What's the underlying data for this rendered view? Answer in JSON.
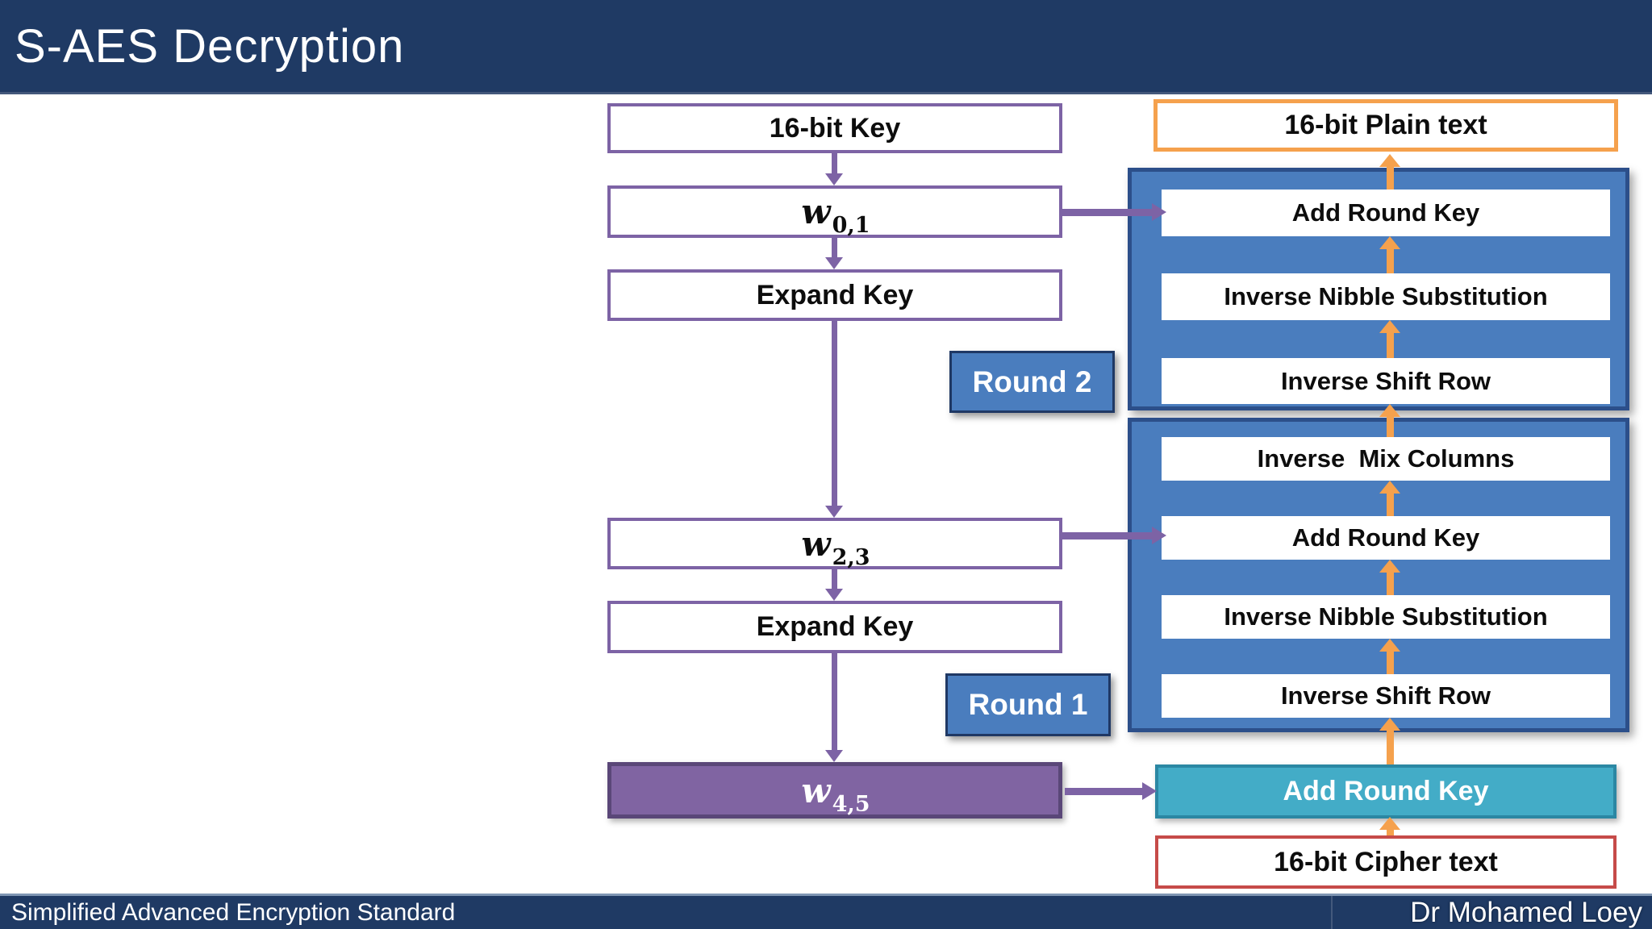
{
  "slide": {
    "title": "S-AES Decryption"
  },
  "footer": {
    "left_text": "Simplified Advanced Encryption Standard",
    "right_text": "Dr Mohamed Loey"
  },
  "key_schedule": {
    "key_input": "16-bit Key",
    "w01_base": "w",
    "w01_sub": "0,1",
    "expand_key_1": "Expand Key",
    "w23_base": "w",
    "w23_sub": "2,3",
    "expand_key_2": "Expand Key",
    "w45_base": "w",
    "w45_sub": "4,5"
  },
  "decryption_flow": {
    "plain_text": "16-bit Plain text",
    "round2": {
      "label": "Round 2",
      "steps": [
        "Add Round Key",
        "Inverse Nibble Substitution",
        "Inverse Shift Row"
      ]
    },
    "round1": {
      "label": "Round 1",
      "steps": [
        "Inverse  Mix Columns",
        "Add Round Key",
        "Inverse Nibble Substitution",
        "Inverse Shift Row"
      ]
    },
    "add_round_key_final": "Add Round Key",
    "cipher_text": "16-bit Cipher text"
  },
  "colors": {
    "navy": "#1f3a64",
    "group_blue": "#4a7dbe",
    "accent_purple": "#7d63a5",
    "accent_orange": "#f5a14d",
    "teal": "#43acc7",
    "red": "#c64b49"
  }
}
